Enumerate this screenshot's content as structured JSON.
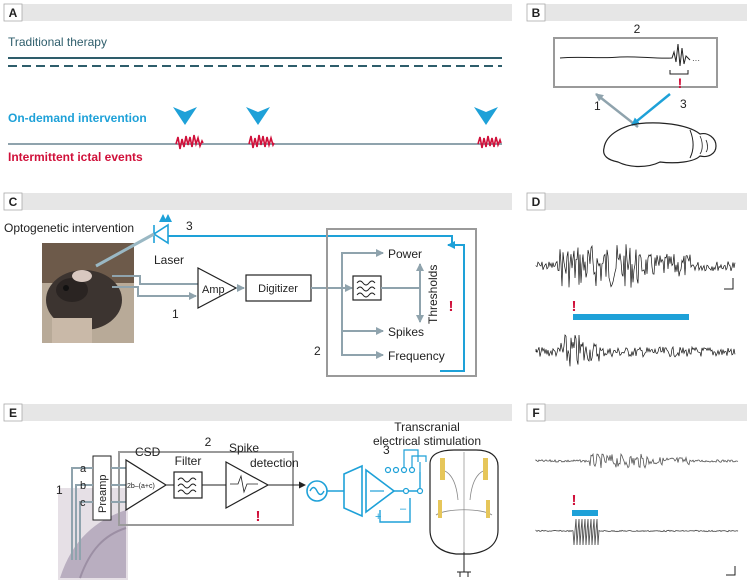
{
  "panels": {
    "A": {
      "letter": "A",
      "traditional_label": "Traditional therapy",
      "ondemand_label": "On-demand intervention",
      "ictal_label": "Intermittent ictal events"
    },
    "B": {
      "letter": "B",
      "step1": "1",
      "step2": "2",
      "step3": "3",
      "alert": "!"
    },
    "C": {
      "letter": "C",
      "title": "Optogenetic intervention",
      "laser": "Laser",
      "amp": "Amp",
      "digitizer": "Digitizer",
      "power": "Power",
      "spikes": "Spikes",
      "frequency": "Frequency",
      "thresholds": "Thresholds",
      "step1": "1",
      "step2": "2",
      "step3": "3",
      "alert": "!"
    },
    "D": {
      "letter": "D",
      "alert": "!"
    },
    "E": {
      "letter": "E",
      "csd": "CSD",
      "csd_formula": "2b–(a+c)",
      "filter": "Filter",
      "spike_detection_1": "Spike",
      "spike_detection_2": "detection",
      "preamp": "Preamp",
      "ch_a": "a",
      "ch_b": "b",
      "ch_c": "c",
      "tes_1": "Transcranial",
      "tes_2": "electrical stimulation",
      "step1": "1",
      "step2": "2",
      "step3": "3",
      "alert": "!",
      "plus": "+",
      "minus": "–"
    },
    "F": {
      "letter": "F",
      "alert": "!"
    }
  },
  "colors": {
    "teal": "#2e5d6b",
    "blue": "#1ea1d8",
    "red": "#d0103a",
    "gray": "#8fa3ad",
    "box": "#9a9a9a",
    "header": "#e6e6e6"
  }
}
